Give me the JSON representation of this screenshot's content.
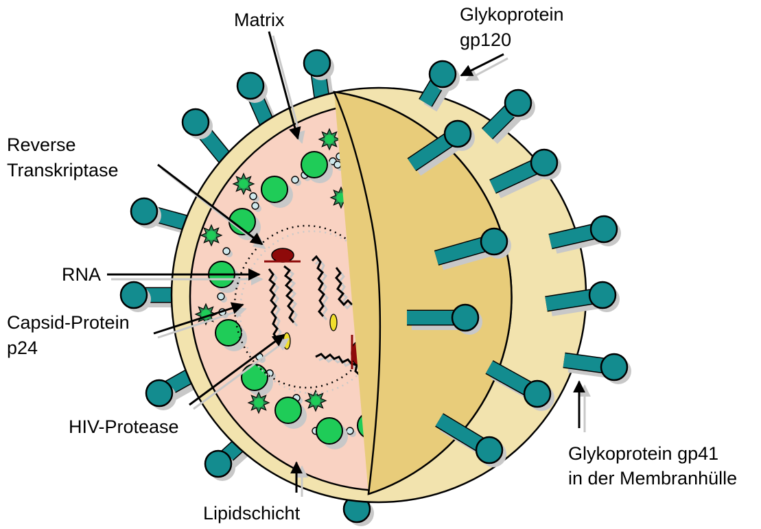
{
  "labels": {
    "matrix": "Matrix",
    "gp120_line1": "Glykoprotein",
    "gp120_line2": "gp120",
    "rt_line1": "Reverse",
    "rt_line2": "Transkriptase",
    "rna": "RNA",
    "capsid_line1": "Capsid-Protein",
    "capsid_line2": "p24",
    "protease": "HIV-Protease",
    "lipid": "Lipidschicht",
    "gp41_line1": "Glykoprotein gp41",
    "gp41_line2": "in der Membranhülle"
  },
  "colors": {
    "lipid_layer": "#F2E3AE",
    "envelope_surface": "#E8CC7A",
    "interior": "#F9D2C2",
    "glycoprotein": "#138C8F",
    "capsid_sphere": "#1FCC58",
    "enzyme_red": "#8E0A0A",
    "protease_yellow": "#F1DE2C",
    "outline": "#000000",
    "shadow": "#C8C8C8"
  },
  "icons": {
    "glycoprotein_spike": "spike-icon",
    "matrix_star": "star-protein-icon"
  }
}
